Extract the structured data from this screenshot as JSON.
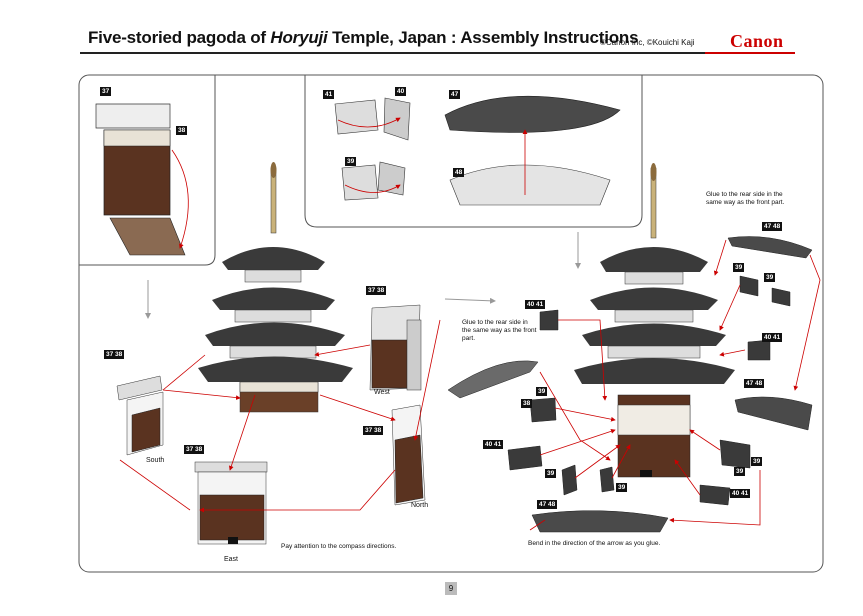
{
  "header": {
    "title_prefix": "Five-storied pagoda of ",
    "title_italic": "Horyuji",
    "title_suffix": " Temple, Japan : Assembly Instructions",
    "copyright": "©Canon Inc, ©Kouichi Kaji",
    "brand": "Canon"
  },
  "badges": {
    "b37": "37",
    "b38": "38",
    "b3738": "37 38",
    "b4041": "40 41",
    "b41": "41",
    "b40": "40",
    "b39": "39",
    "b47": "47",
    "b48": "48",
    "b4748": "47 48"
  },
  "labels": {
    "glue_rear_top": "Glue to the rear side in the same way as the front part.",
    "glue_rear_mid": "Glue to the rear side in the same way as the front part.",
    "compass_note": "Pay attention to the compass directions.",
    "bend_note": "Bend in the direction of the arrow as you glue."
  },
  "directions": {
    "west": "West",
    "south": "South",
    "east": "East",
    "north": "North",
    "east_small": "East"
  },
  "page_number": "9",
  "colors": {
    "brand_red": "#cc0000",
    "roof_dark": "#3a3a3a",
    "wall_brown": "#5a3320",
    "frame": "#555555",
    "arrow_red": "#cc0000"
  }
}
